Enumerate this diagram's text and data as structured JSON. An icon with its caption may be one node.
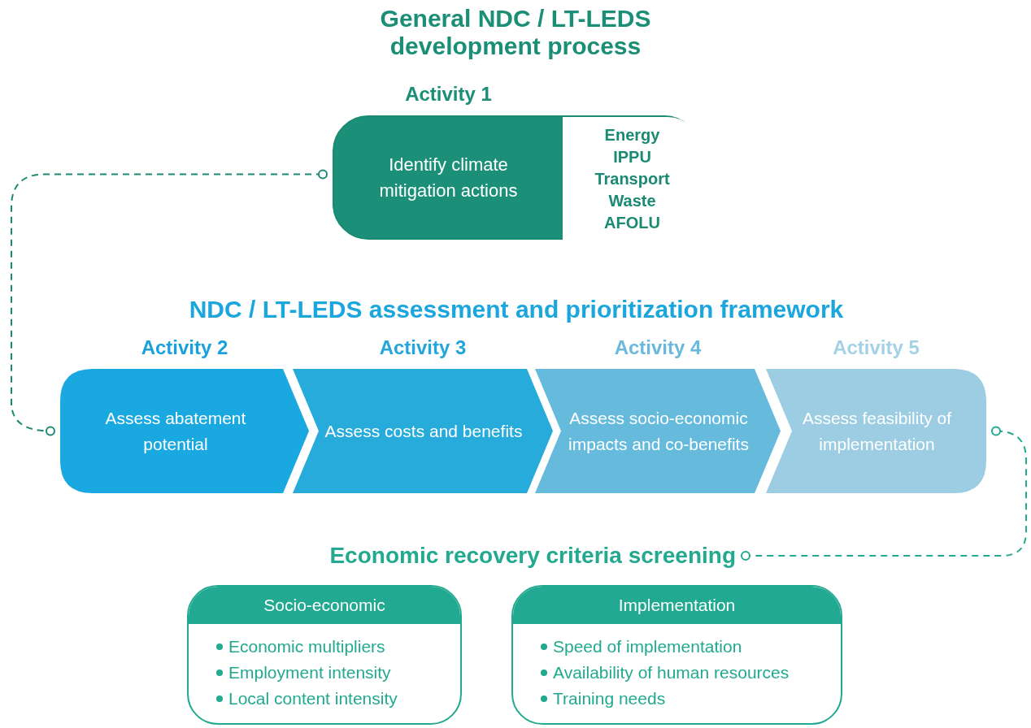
{
  "diagram": {
    "title": "General NDC / LT-LEDS development process",
    "nodes": [
      {
        "text": [
          "Activity 1",
          "Identify climate mitigation actions"
        ]
      },
      {
        "text": [
          "Energy",
          "IPPU",
          "Transport",
          "Waste",
          "AFOLU"
        ],
        "in": 0
      },
      {
        "text": [
          "Activity 2",
          "Assess abatement potential"
        ]
      },
      {
        "text": [
          "Activity 3",
          "Assess costs and benefits"
        ]
      },
      {
        "text": [
          "Activity 4",
          "Assess socio-economic impacts and co-benefits"
        ]
      },
      {
        "text": [
          "Activity 5",
          "Assess feasibility of implementation"
        ]
      },
      {
        "text": [
          "Economic recovery criteria screening"
        ]
      },
      {
        "text": [
          "Socio-economic",
          "Economic multipliers",
          "Employment intensity",
          "Local content intensity"
        ]
      },
      {
        "text": [
          "Implementation",
          "Speed of implementation",
          "Availability of human resources",
          "Training needs"
        ]
      }
    ],
    "edges": [
      {
        "from": 0,
        "to": 2,
        "arrow": "other",
        "style": "dashed",
        "color": "#1b8a72"
      },
      {
        "from": 5,
        "to": 6,
        "arrow": "other",
        "style": "dashed",
        "color": "#22a98f"
      }
    ],
    "labels": [
      "NDC / LT-LEDS assessment and prioritization framework"
    ]
  }
}
